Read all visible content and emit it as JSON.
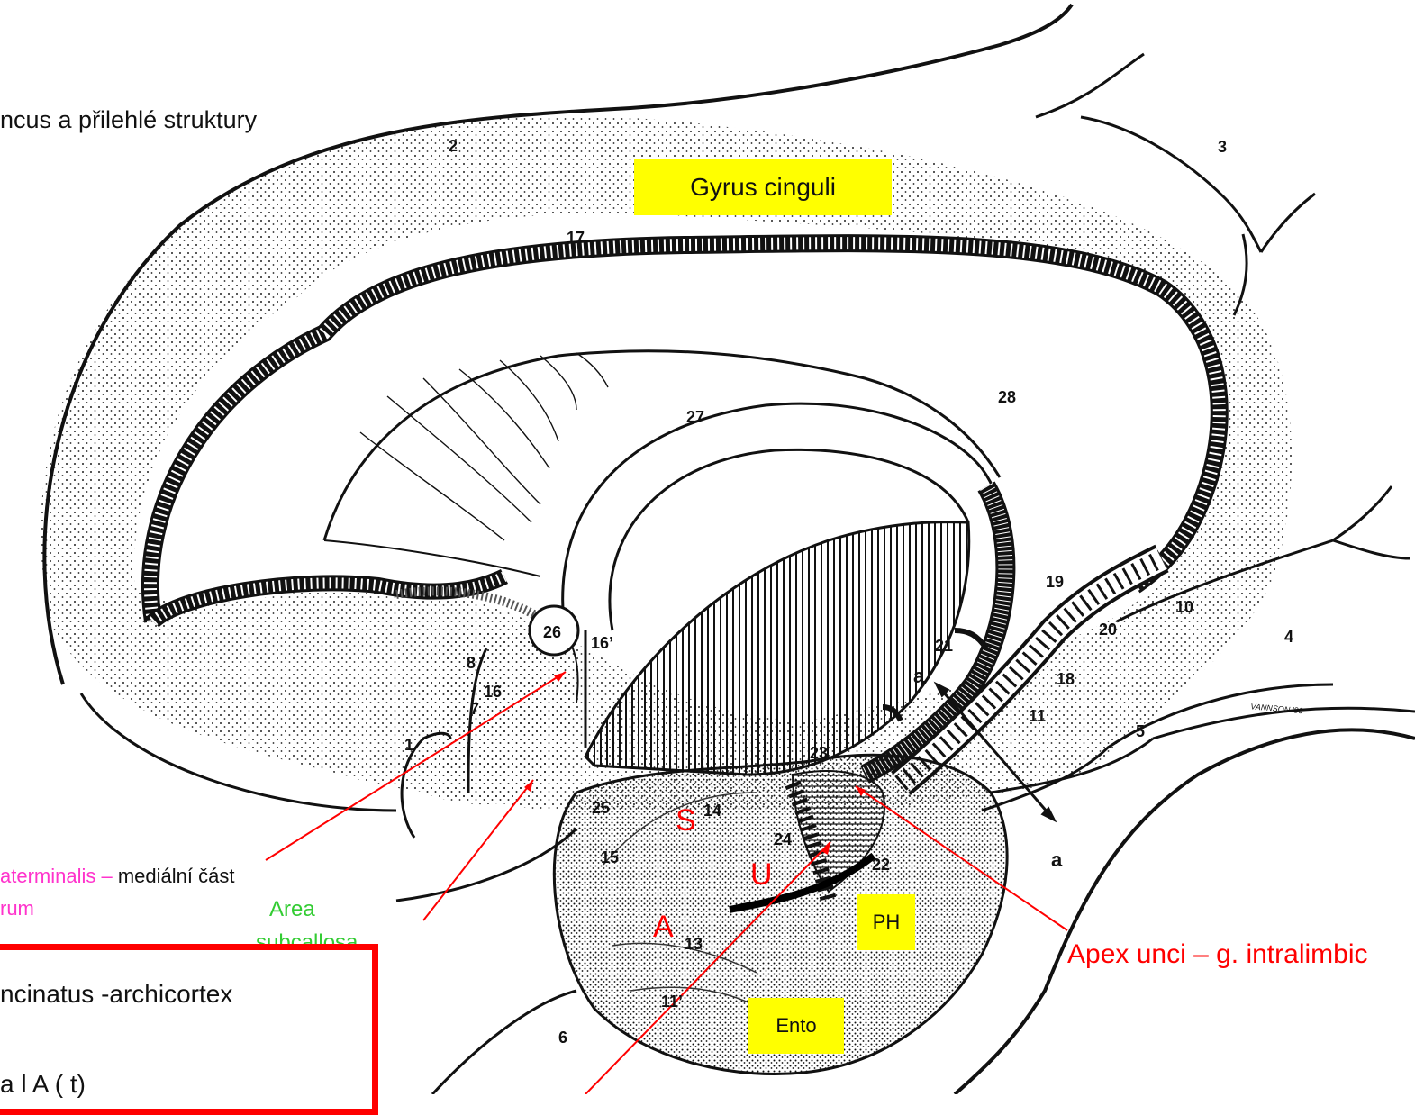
{
  "title": "ncus a přilehlé struktury",
  "highlights": {
    "gyrus_cinguli": "Gyrus cinguli",
    "ph": "PH",
    "ento": "Ento"
  },
  "letters": {
    "s": "S",
    "u": "U",
    "a": "A"
  },
  "annotations": {
    "stria_magenta": "aterminalis –",
    "stria_black": "mediální část",
    "stria_magenta2": "rum",
    "area_subcallosa_1": "Area",
    "area_subcallosa_2": "subcallosa",
    "apex_unci": "Apex unci – g. intralimbic",
    "box_line1": "ncinatus -archicortex",
    "box_line2": "a   l   A  ( t)"
  },
  "numbers": [
    "1",
    "2",
    "3",
    "4",
    "5",
    "6",
    "7",
    "8",
    "10",
    "11",
    "11’",
    "13",
    "14",
    "15",
    "16",
    "16’",
    "17",
    "18",
    "19",
    "20",
    "21",
    "22",
    "23",
    "24",
    "25",
    "26",
    "27",
    "28",
    "a",
    "a"
  ],
  "signature": "VANNSON '86",
  "colors": {
    "highlight": "#ffff00",
    "red": "#ff0000",
    "green": "#33cc33",
    "magenta": "#ff33cc"
  }
}
